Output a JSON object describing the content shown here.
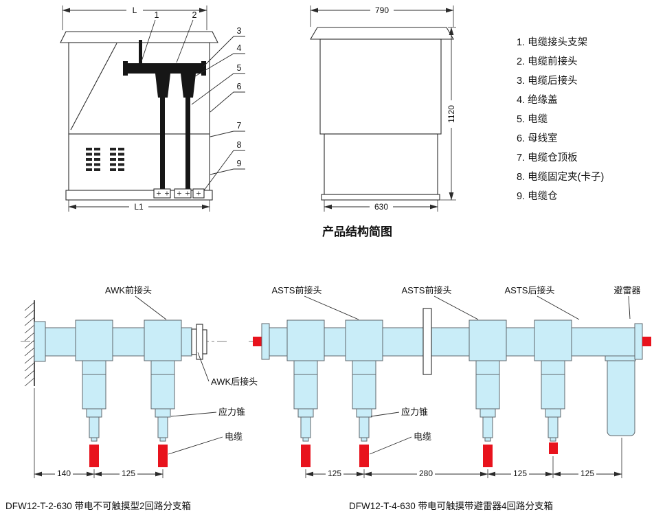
{
  "page": {
    "title_caption": "产品结构简图"
  },
  "legend": {
    "items": [
      "1. 电缆接头支架",
      "2. 电缆前接头",
      "3. 电缆后接头",
      "4. 绝缘盖",
      "5. 电缆",
      "6. 母线室",
      "7. 电缆仓顶板",
      "8. 电缆固定夹(卡子)",
      "9. 电缆仓"
    ]
  },
  "side_view": {
    "dim_top": "L",
    "dim_bottom": "L1",
    "callouts": [
      "1",
      "2",
      "3",
      "4",
      "5",
      "6",
      "7",
      "8",
      "9"
    ]
  },
  "front_view": {
    "dim_top": "790",
    "dim_right": "1120",
    "dim_bottom": "630"
  },
  "diagram_left": {
    "label_front_connector": "AWK前接头",
    "label_rear_connector": "AWK后接头",
    "label_stress_cone": "应力锥",
    "label_cable": "电缆",
    "dim_1": "140",
    "dim_2": "125",
    "caption": "DFW12-T-2-630 带电不可触摸型2回路分支箱"
  },
  "diagram_right": {
    "label_front_connector_1": "ASTS前接头",
    "label_front_connector_2": "ASTS前接头",
    "label_rear_connector": "ASTS后接头",
    "label_arrester": "避雷器",
    "label_stress_cone": "应力锥",
    "label_cable": "电缆",
    "dim_1": "125",
    "dim_2": "280",
    "dim_3": "125",
    "dim_4": "125",
    "caption": "DFW12-T-4-630 带电可触摸带避雷器4回路分支箱"
  },
  "colors": {
    "tube_fill": "#c9edf8",
    "cable_red": "#e8131d",
    "line": "#2b2b2b"
  }
}
